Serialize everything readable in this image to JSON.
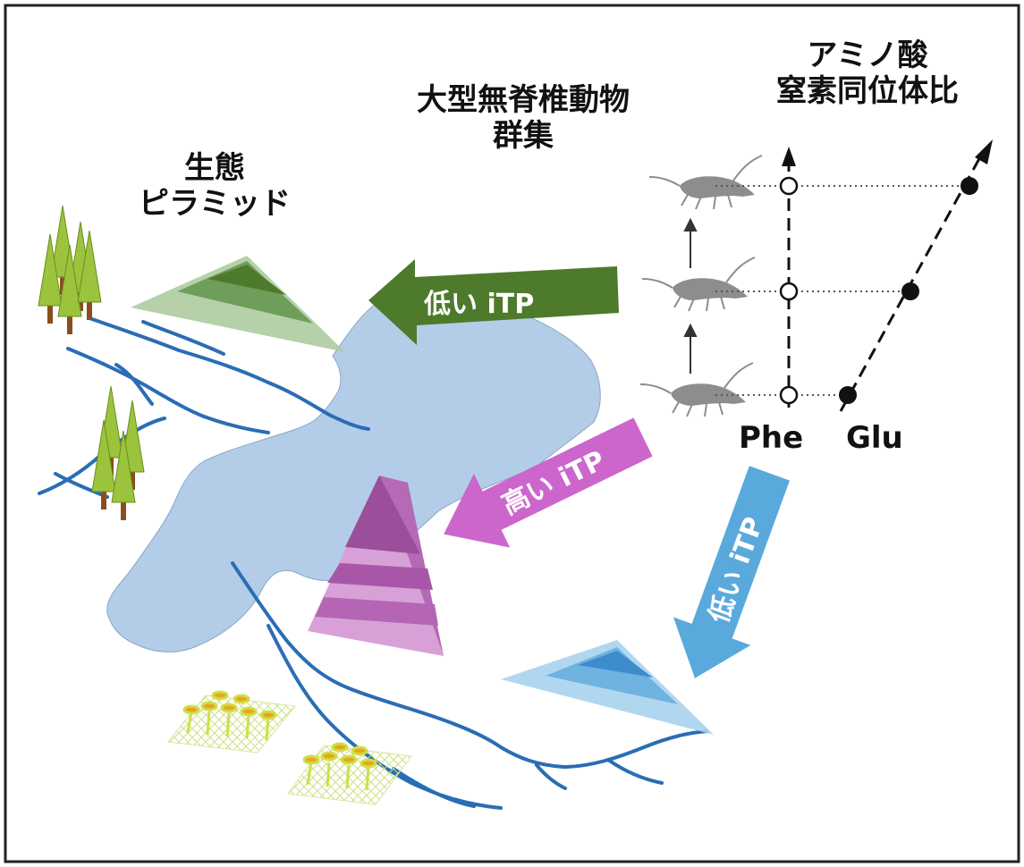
{
  "labels": {
    "pyramid_line1": "生態",
    "pyramid_line2": "ピラミッド",
    "invert_line1": "大型無脊椎動物",
    "invert_line2": "群集",
    "isotope_line1": "アミノ酸",
    "isotope_line2": "窒素同位体比",
    "phe": "Phe",
    "glu": "Glu"
  },
  "arrows": {
    "green": "低い iTP",
    "magenta": "高い iTP",
    "blue": "低い iTP"
  },
  "colors": {
    "green": "#4e7a2c",
    "magenta": "#cc66cc",
    "blue": "#5aa9dc",
    "lake": "#b3cde8",
    "river": "#2a6db5"
  },
  "icons": [
    "conifer-tree-icon",
    "rice-field-icon",
    "invertebrate-icon"
  ]
}
